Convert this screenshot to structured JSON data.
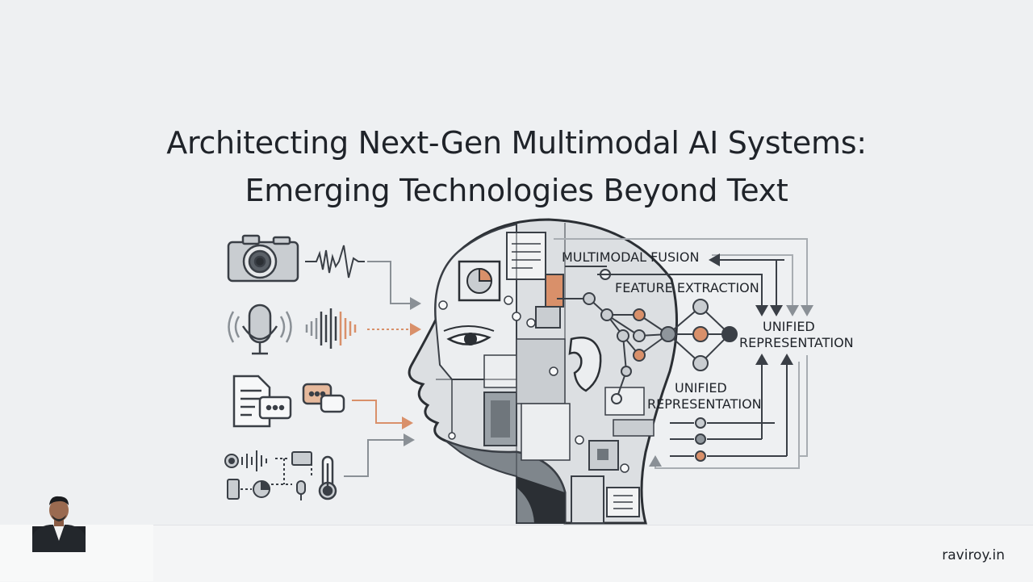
{
  "slide": {
    "title_line1": "Architecting Next-Gen Multimodal AI Systems:",
    "title_line2": "Emerging Technologies Beyond Text"
  },
  "diagram": {
    "label_fusion": "MULTIMODAL FUSION",
    "label_extraction": "FEATURE EXTRACTION",
    "label_unified_right_1": "UNIFIED",
    "label_unified_right_2": "REPRESENTATION",
    "label_unified_inner_1": "UNIFIED",
    "label_unified_inner_2": "REPRESENTATION",
    "icons": [
      "camera-icon",
      "waveform-icon",
      "microphone-icon",
      "document-icon",
      "chat-bubble-icon",
      "sensor-icon",
      "thermometer-icon"
    ],
    "colors": {
      "accent": "#d9906a",
      "line": "#3a3f46",
      "node": "#8f969c",
      "node_dark": "#3a3f46"
    }
  },
  "footer": {
    "website": "raviroy.in"
  }
}
